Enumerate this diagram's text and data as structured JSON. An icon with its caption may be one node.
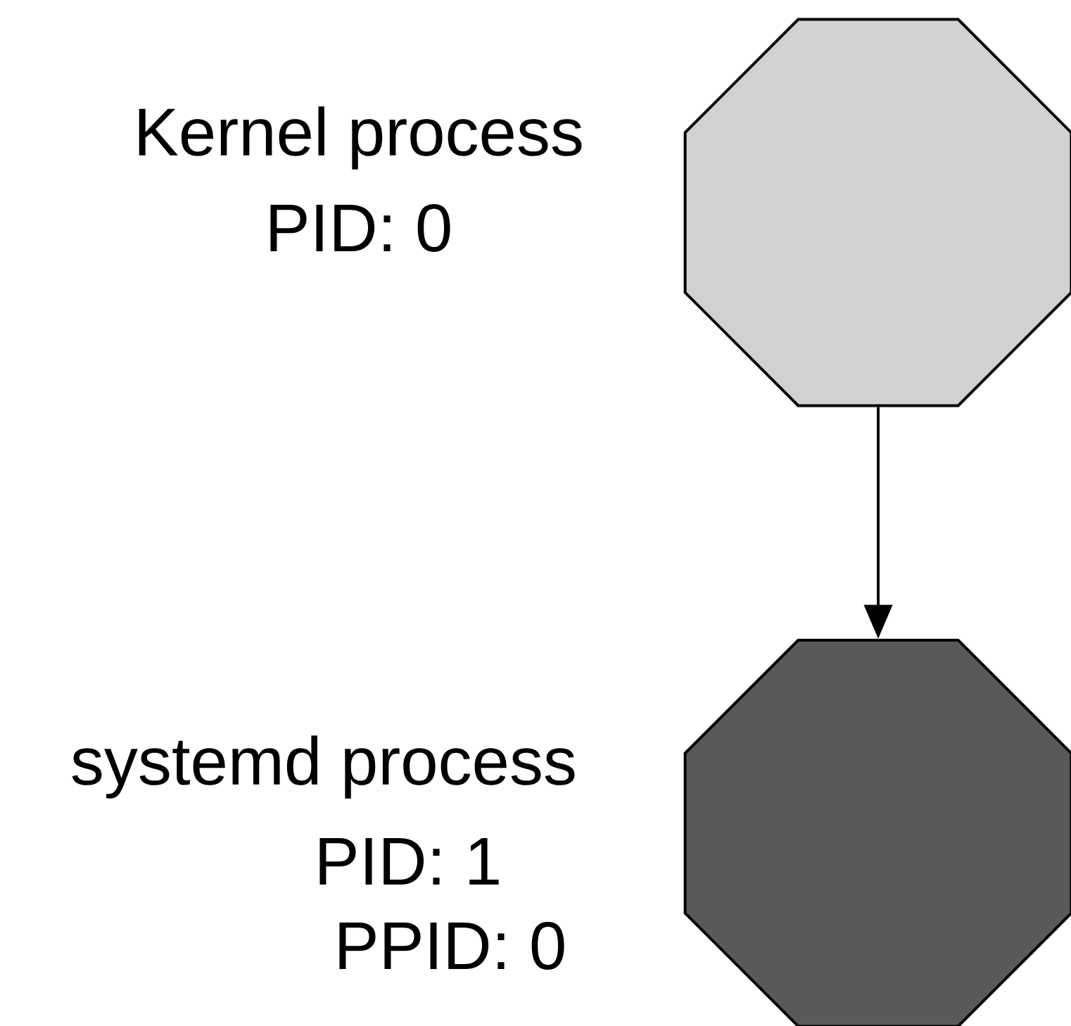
{
  "diagram": {
    "nodes": [
      {
        "text": [],
        "shape": "octagon",
        "beside": [
          "Kernel process",
          "PID: 0"
        ]
      },
      {
        "text": [],
        "shape": "octagon",
        "beside": [
          "systemd process",
          "PID: 1",
          "PPID: 0"
        ]
      }
    ],
    "edges": [
      {
        "from": 0,
        "to": 1,
        "arrow": "to"
      }
    ]
  }
}
